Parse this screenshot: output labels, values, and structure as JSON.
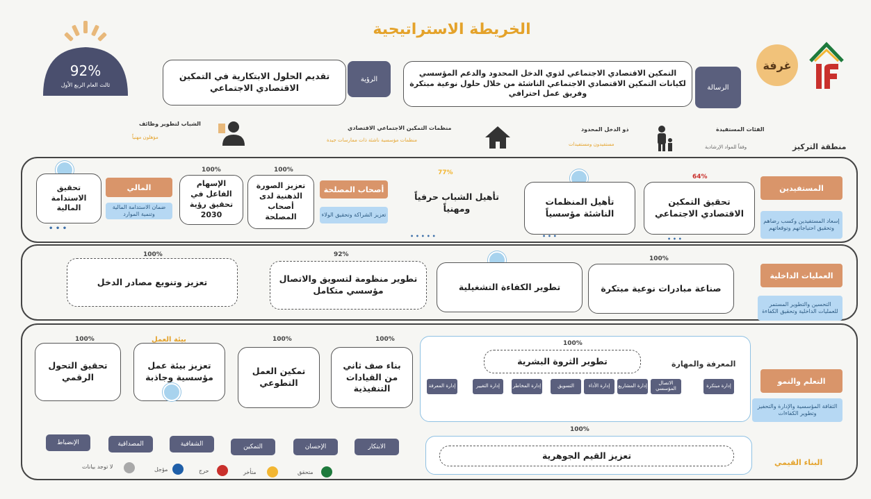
{
  "title": "الخريطة الاستراتيجية",
  "badge": {
    "value": "92%",
    "subtitle": "ثالث العام الربع الأول"
  },
  "logo_text": "غرفة",
  "vision": {
    "label": "الرؤية",
    "text": "تقديم الحلول الابتكارية في التمكين الاقتصادي الاجتماعي"
  },
  "mission": {
    "label": "الرسالة",
    "text": "التمكين الاقتصادي الاجتماعي لذوي الدخل المحدود والدعم المؤسسي لكيانات التمكين الاقتصادي الاجتماعي الناشئة من خلال حلول نوعية مبتكرة وفريق عمل احترافي"
  },
  "focus": {
    "label": "منطقة التركيز",
    "items": [
      {
        "title": "الفئات المستفيدة",
        "sub": "وفقاً للمواد الإرشادية",
        "icon": "family-icon"
      },
      {
        "title": "ذو الدخل المحدود",
        "sub": "مستفيدون ومستفيدات",
        "icon": "family-icon-2"
      },
      {
        "title": "منظمات التمكين الاجتماعي الاقتصادي",
        "sub": "منظمات مؤسسية ناشئة ذات ممارسات جيدة",
        "icon": "house-icon"
      },
      {
        "title": "الشباب لتطوير وظائف",
        "sub": "مؤهلون مهنياً",
        "icon": "person-icon"
      }
    ]
  },
  "sections": [
    {
      "label": "المستفيدين",
      "desc": "إسعاد المستفيدين وكسب رضاهم وتحقيق احتياجاتهم وتوقعاتهم"
    },
    {
      "label": "العمليات الداخلية",
      "desc": "التحسين والتطوير المستمر للعمليات الداخلية وتحقيق الكفاءة"
    },
    {
      "label": "التعلم والنمو",
      "desc": "الثقافة المؤسسية والإدارة والتحفيز وتطوير الكفاءات"
    },
    {
      "label": "البناء القيمي",
      "desc": ""
    }
  ],
  "beneficiaries": {
    "objectives": [
      {
        "pct": "64%",
        "text": "تحقيق التمكين الاقتصادي الاجتماعي"
      },
      {
        "pct": "",
        "text": "تأهيل المنظمات الناشئة مؤسسياً"
      },
      {
        "pct": "77%",
        "text": "تأهيل الشباب حرفياً ومهنياً"
      },
      {
        "pct": "",
        "text": "أصحاب المصلحة"
      },
      {
        "pct": "100%",
        "text": "تعزيز الصورة الذهنية لدى أصحاب المصلحة"
      },
      {
        "pct": "100%",
        "text": "الإسهام الفاعل في تحقيق رؤية 2030"
      },
      {
        "pct": "",
        "text": "المالي"
      },
      {
        "pct": "",
        "text": "تحقيق الاستدامة المالية"
      }
    ],
    "stakeholders_note": "تعزيز الشراكة وتحقيق الولاء",
    "finance_note": "ضمان الاستدامة المالية وتنمية الموارد"
  },
  "internal": {
    "objectives": [
      {
        "pct": "100%",
        "text": "صناعة مبادرات نوعية مبتكرة"
      },
      {
        "pct": "",
        "text": "تطوير الكفاءة التشغيلية"
      },
      {
        "pct": "92%",
        "text": "تطوير منظومة لتسويق والاتصال مؤسسي متكامل"
      },
      {
        "pct": "100%",
        "text": "تعزيز وتنويع مصادر الدخل"
      }
    ]
  },
  "learning": {
    "objectives": [
      {
        "pct": "100%",
        "text": "المعرفة والمهارة"
      },
      {
        "pct": "100%",
        "text": "بناء صف ثاني من القيادات التنفيذية"
      },
      {
        "pct": "100%",
        "text": "تمكين العمل التطوعي"
      },
      {
        "pct": "",
        "text": "تعزيز بيئة عمل مؤسسية وجاذبة"
      },
      {
        "pct": "100%",
        "text": "تحقيق التحول الرقمي"
      }
    ],
    "human_capital": "تطوير الثروة البشرية",
    "env_label": "بيئة العمل",
    "skills": [
      "إدارة مبتكرة",
      "الاتصال المؤسسي",
      "إدارة المشاريع",
      "إدارة الأداء",
      "التسويق",
      "إدارة المخاطر",
      "إدارة التغيير",
      "إدارة المعرفة"
    ]
  },
  "values": {
    "pct": "100%",
    "text": "تعزيز القيم الجوهرية",
    "items": [
      "الابتكار",
      "الإحسان",
      "التمكين",
      "الشفافية",
      "المصداقية",
      "الإنضباط"
    ]
  },
  "legend": [
    {
      "label": "متحقق",
      "color": "#1e7a3c"
    },
    {
      "label": "متأخر",
      "color": "#f2b632"
    },
    {
      "label": "حرج",
      "color": "#c9302c"
    },
    {
      "label": "مؤجل",
      "color": "#1f5fa8"
    },
    {
      "label": "لا توجد بيانات",
      "color": "#a9a9a9"
    }
  ]
}
